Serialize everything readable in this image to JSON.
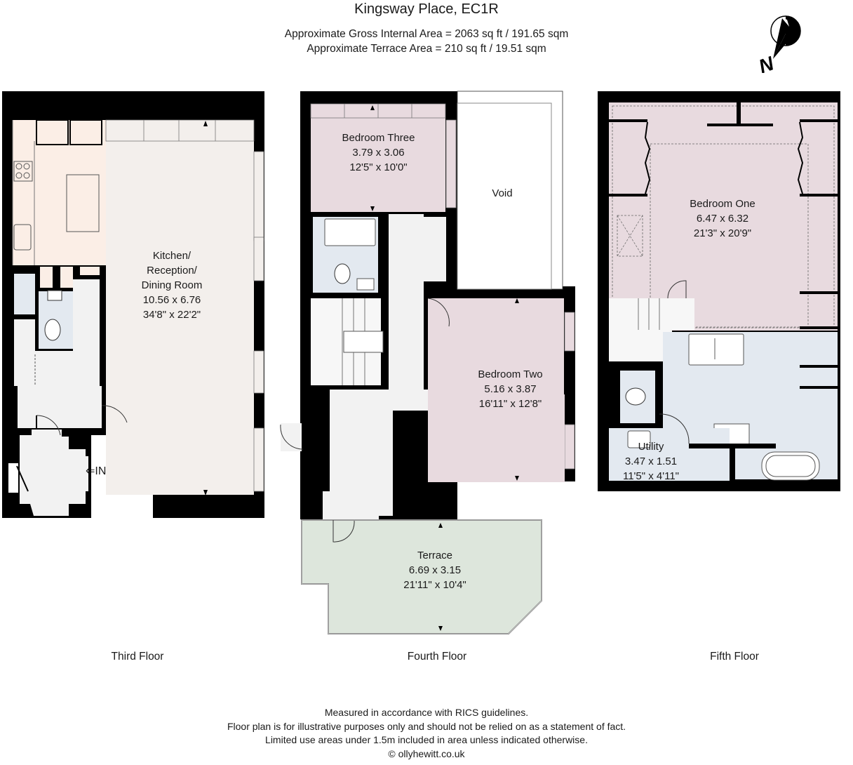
{
  "header": {
    "title": "Kingsway Place, EC1R",
    "gross_internal_area": "Approximate Gross Internal Area = 2063 sq ft / 191.65 sqm",
    "terrace_area": "Approximate Terrace Area = 210 sq ft / 19.51 sqm",
    "compass_letter": "N"
  },
  "colors": {
    "wall": "#000000",
    "kitchen": "#fbeee6",
    "reception": "#f3efec",
    "bedroom": "#e8dadf",
    "bathroom": "#e3e9f0",
    "hallway": "#f2f2f2",
    "terrace": "#dde6dc",
    "void": "#ffffff"
  },
  "floors": [
    {
      "label": "Third Floor",
      "entrance_label": "⇐IN",
      "rooms": [
        {
          "name": "Kitchen/",
          "name2": "Reception/",
          "name3": "Dining Room",
          "metric": "10.56 x 6.76",
          "imperial": "34'8\" x 22'2\""
        }
      ]
    },
    {
      "label": "Fourth Floor",
      "rooms": [
        {
          "name": "Bedroom Three",
          "metric": "3.79 x 3.06",
          "imperial": "12'5\" x 10'0\""
        },
        {
          "name": "Void"
        },
        {
          "name": "Bedroom Two",
          "metric": "5.16 x 3.87",
          "imperial": "16'11\" x 12'8\""
        },
        {
          "name": "Terrace",
          "metric": "6.69 x 3.15",
          "imperial": "21'11\" x 10'4\""
        }
      ]
    },
    {
      "label": "Fifth Floor",
      "rooms": [
        {
          "name": "Bedroom One",
          "metric": "6.47 x 6.32",
          "imperial": "21'3\" x 20'9\""
        },
        {
          "name": "Utility",
          "metric": "3.47 x 1.51",
          "imperial": "11'5\" x 4'11\""
        }
      ]
    }
  ],
  "footer": {
    "line1": "Measured in accordance with RICS guidelines.",
    "line2": "Floor plan is for illustrative purposes only and should not be relied on as a statement of fact.",
    "line3": "Limited use areas under 1.5m included in area unless indicated otherwise.",
    "line4": "© ollyhewitt.co.uk"
  }
}
